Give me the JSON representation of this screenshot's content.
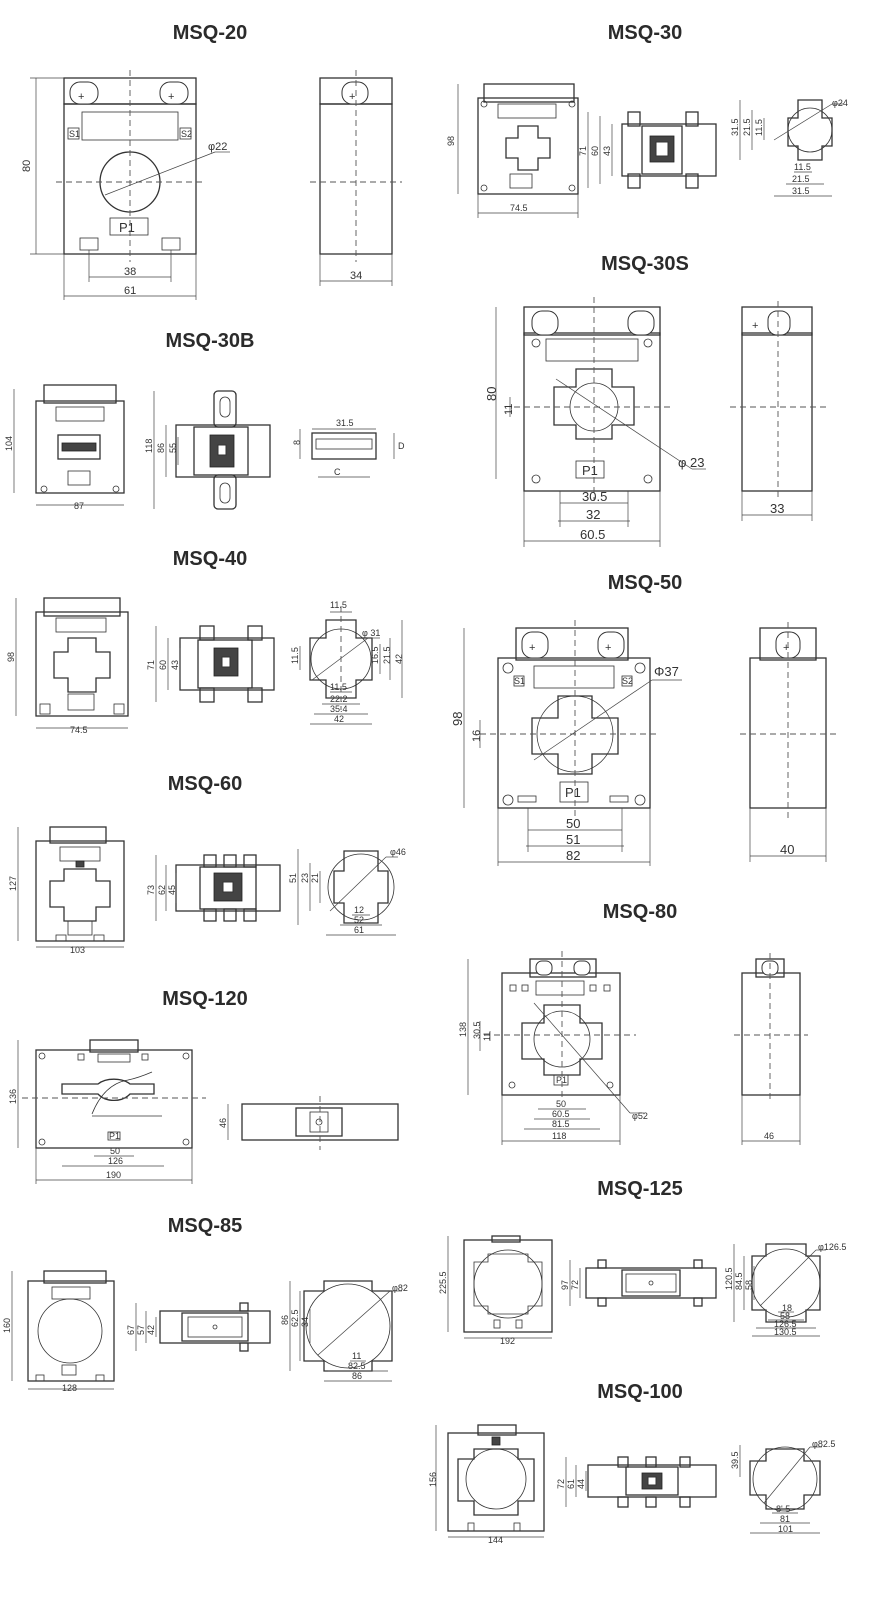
{
  "models": {
    "msq20": {
      "title": "MSQ-20",
      "dims": {
        "h": "80",
        "phi": "φ22",
        "a": "38",
        "w": "61",
        "d": "34"
      },
      "labels": {
        "p1": "P1",
        "s1": "S1",
        "s2": "S2"
      }
    },
    "msq30": {
      "title": "MSQ-30",
      "dims": {
        "h": "98",
        "w": "74.5",
        "h2": "71",
        "h3": "60",
        "h4": "43",
        "s1": "31.5",
        "s2": "21.5",
        "s3": "11.5",
        "phi": "φ24",
        "b1": "11.5",
        "b2": "21.5",
        "b3": "31.5"
      }
    },
    "msq30s": {
      "title": "MSQ-30S",
      "dims": {
        "h": "80",
        "off": "11",
        "phi": "φ 23",
        "a": "30.5",
        "b": "32",
        "w": "60.5",
        "d": "33"
      },
      "labels": {
        "p1": "P1"
      }
    },
    "msq30b": {
      "title": "MSQ-30B",
      "dims": {
        "h": "104",
        "w": "87",
        "h2": "118",
        "h3": "86",
        "h4": "55",
        "s": "31.5",
        "t": "8",
        "c": "C",
        "d": "D"
      }
    },
    "msq40": {
      "title": "MSQ-40",
      "dims": {
        "h": "98",
        "w": "74.5",
        "h2": "71",
        "h3": "60",
        "h4": "43",
        "top": "11.5",
        "left": "11.5",
        "phi": "φ 31",
        "r1": "16.5",
        "r2": "21.5",
        "r3": "42",
        "b1": "11.5",
        "b2": "22.2",
        "b3": "35.4",
        "b4": "42"
      }
    },
    "msq50": {
      "title": "MSQ-50",
      "dims": {
        "h": "98",
        "off": "16",
        "phi": "Φ37",
        "a": "50",
        "b": "51",
        "w": "82",
        "d": "40"
      },
      "labels": {
        "p1": "P1",
        "s1": "S1",
        "s2": "S2"
      }
    },
    "msq60": {
      "title": "MSQ-60",
      "dims": {
        "h": "127",
        "w": "103",
        "h2": "73",
        "h3": "62",
        "h4": "45",
        "s1": "51",
        "s2": "23",
        "s3": "21",
        "phi": "φ46",
        "b1": "12",
        "b2": "52",
        "b3": "61"
      }
    },
    "msq80": {
      "title": "MSQ-80",
      "dims": {
        "h": "138",
        "s1": "30.5",
        "s2": "11",
        "phi": "φ52",
        "a": "50",
        "b": "60.5",
        "c": "81.5",
        "w": "118",
        "d": "46"
      },
      "labels": {
        "p1": "P1"
      }
    },
    "msq120": {
      "title": "MSQ-120",
      "dims": {
        "h": "136",
        "a": "50",
        "b": "126",
        "w": "190",
        "d": "46"
      },
      "labels": {
        "p1": "P1"
      }
    },
    "msq125": {
      "title": "MSQ-125",
      "dims": {
        "h": "225.5",
        "w": "192",
        "h2": "97",
        "h3": "72",
        "phi": "φ126.5",
        "s1": "120.5",
        "s2": "84.5",
        "s3": "58",
        "b1": "18",
        "b2": "58",
        "b3": "126.5",
        "b4": "130.5"
      }
    },
    "msq85": {
      "title": "MSQ-85",
      "dims": {
        "h": "160",
        "w": "128",
        "h2": "67",
        "h3": "57",
        "h4": "42",
        "s1": "86",
        "s2": "62.5",
        "s3": "34",
        "phi": "φ82",
        "b1": "11",
        "b2": "82.5",
        "b3": "86"
      }
    },
    "msq100": {
      "title": "MSQ-100",
      "dims": {
        "h": "156",
        "w": "144",
        "h2": "72",
        "h3": "61",
        "h4": "44",
        "s1": "39.5",
        "phi": "φ82.5",
        "b1": "8' 5",
        "b2": "81",
        "b3": "101"
      }
    }
  }
}
